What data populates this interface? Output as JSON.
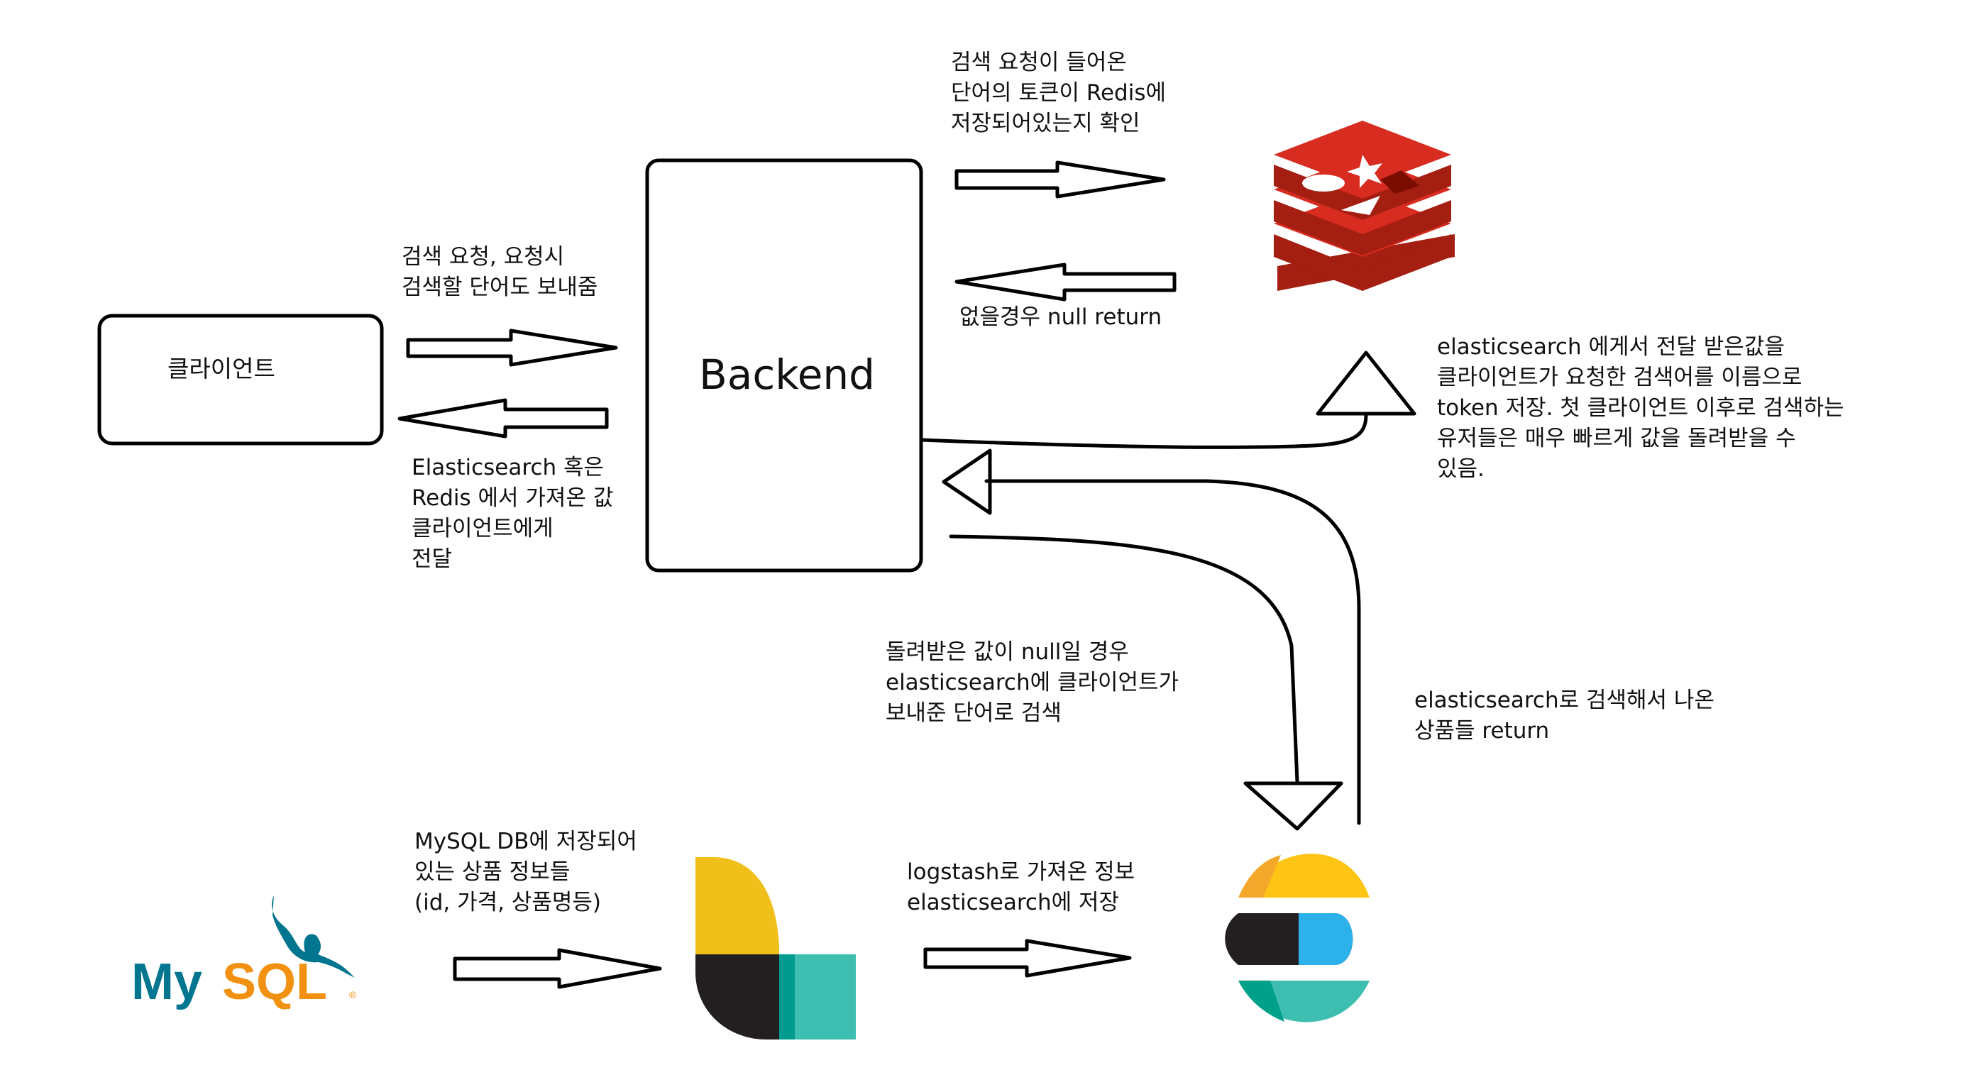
{
  "nodes": {
    "client": {
      "label": "클라이언트"
    },
    "backend": {
      "label": "Backend"
    },
    "mysql": {
      "logo_text": "MySQL",
      "icon": "mysql-dolphin-logo",
      "colors": {
        "my": "#00758F",
        "sql": "#F29111"
      }
    },
    "logstash": {
      "icon": "logstash-logo",
      "colors": {
        "top": "#F0BF1A",
        "dark": "#231F20",
        "teal": "#3EBEB0"
      }
    },
    "elasticsearch": {
      "icon": "elasticsearch-logo",
      "colors": {
        "yellow": "#FEC514",
        "orange": "#F3A82C",
        "black": "#231F20",
        "blue": "#2CB1EA",
        "teal": "#3EBEB0",
        "green": "#00A08A"
      }
    },
    "redis": {
      "icon": "redis-logo",
      "colors": {
        "red": "#D82C20",
        "dark": "#A41E11",
        "white": "#FFFFFF"
      }
    }
  },
  "labels": {
    "client_to_backend": [
      "검색 요청, 요청시",
      "검색할 단어도 보내줌"
    ],
    "backend_to_client": [
      "Elasticsearch 혹은",
      "Redis 에서 가져온 값",
      "클라이언트에게",
      "전달"
    ],
    "backend_to_redis": [
      "검색 요청이 들어온",
      "단어의 토큰이 Redis에",
      "저장되어있는지 확인"
    ],
    "redis_to_backend": [
      "없을경우 null return"
    ],
    "es_to_redis": [
      "elasticsearch 에게서 전달 받은값을",
      "클라이언트가 요청한 검색어를 이름으로",
      "token 저장. 첫 클라이언트 이후로 검색하는",
      "유저들은 매우 빠르게 값을 돌려받을 수",
      "있음."
    ],
    "backend_to_es": [
      "돌려받은 값이 null일 경우",
      "elasticsearch에 클라이언트가",
      "보내준 단어로 검색"
    ],
    "es_to_backend": [
      "elasticsearch로 검색해서 나온",
      "상품들 return"
    ],
    "mysql_to_logstash": [
      "MySQL DB에 저장되어",
      "있는 상품 정보들",
      "(id, 가격, 상품명등)"
    ],
    "logstash_to_es": [
      "logstash로 가져온 정보",
      "elasticsearch에 저장"
    ]
  }
}
